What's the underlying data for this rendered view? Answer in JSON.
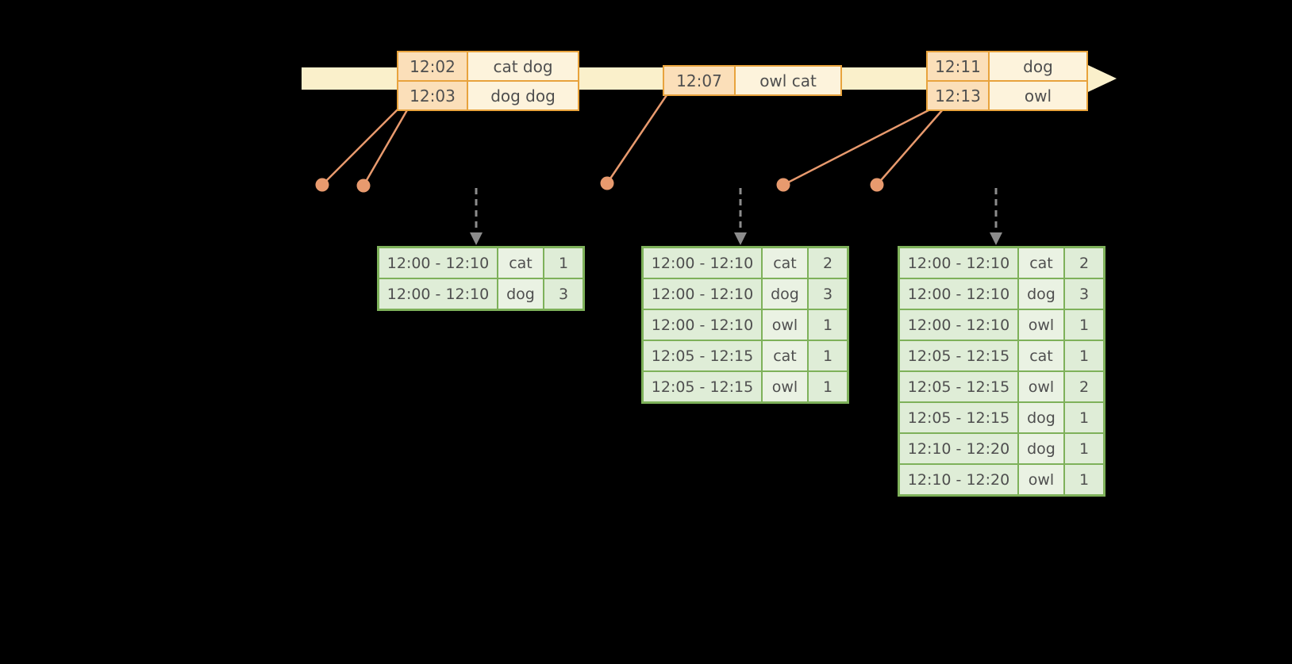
{
  "colors": {
    "background": "#000000",
    "timeline_fill": "#FAF0CB",
    "event_border": "#E8A33D",
    "event_time_fill": "#FBDFB9",
    "event_words_fill": "#FDF3DC",
    "connector": "#E89A6E",
    "dashed_arrow": "#8C8C8C",
    "result_border": "#7EB15A",
    "result_cell_fill": "#DFEDD7",
    "result_word_fill": "#EAF2E3",
    "text": "#4F4F4F"
  },
  "event_tables": [
    {
      "rows": [
        {
          "time": "12:02",
          "words": "cat dog"
        },
        {
          "time": "12:03",
          "words": "dog dog"
        }
      ]
    },
    {
      "rows": [
        {
          "time": "12:07",
          "words": "owl cat"
        }
      ]
    },
    {
      "rows": [
        {
          "time": "12:11",
          "words": "dog"
        },
        {
          "time": "12:13",
          "words": "owl"
        }
      ]
    }
  ],
  "result_tables": [
    {
      "rows": [
        {
          "window": "12:00 - 12:10",
          "word": "cat",
          "count": "1"
        },
        {
          "window": "12:00 - 12:10",
          "word": "dog",
          "count": "3"
        }
      ]
    },
    {
      "rows": [
        {
          "window": "12:00 - 12:10",
          "word": "cat",
          "count": "2"
        },
        {
          "window": "12:00 - 12:10",
          "word": "dog",
          "count": "3"
        },
        {
          "window": "12:00 - 12:10",
          "word": "owl",
          "count": "1"
        },
        {
          "window": "12:05 - 12:15",
          "word": "cat",
          "count": "1"
        },
        {
          "window": "12:05 - 12:15",
          "word": "owl",
          "count": "1"
        }
      ]
    },
    {
      "rows": [
        {
          "window": "12:00 - 12:10",
          "word": "cat",
          "count": "2"
        },
        {
          "window": "12:00 - 12:10",
          "word": "dog",
          "count": "3"
        },
        {
          "window": "12:00 - 12:10",
          "word": "owl",
          "count": "1"
        },
        {
          "window": "12:05 - 12:15",
          "word": "cat",
          "count": "1"
        },
        {
          "window": "12:05 - 12:15",
          "word": "owl",
          "count": "2"
        },
        {
          "window": "12:05 - 12:15",
          "word": "dog",
          "count": "1"
        },
        {
          "window": "12:10 - 12:20",
          "word": "dog",
          "count": "1"
        },
        {
          "window": "12:10 - 12:20",
          "word": "owl",
          "count": "1"
        }
      ]
    }
  ]
}
